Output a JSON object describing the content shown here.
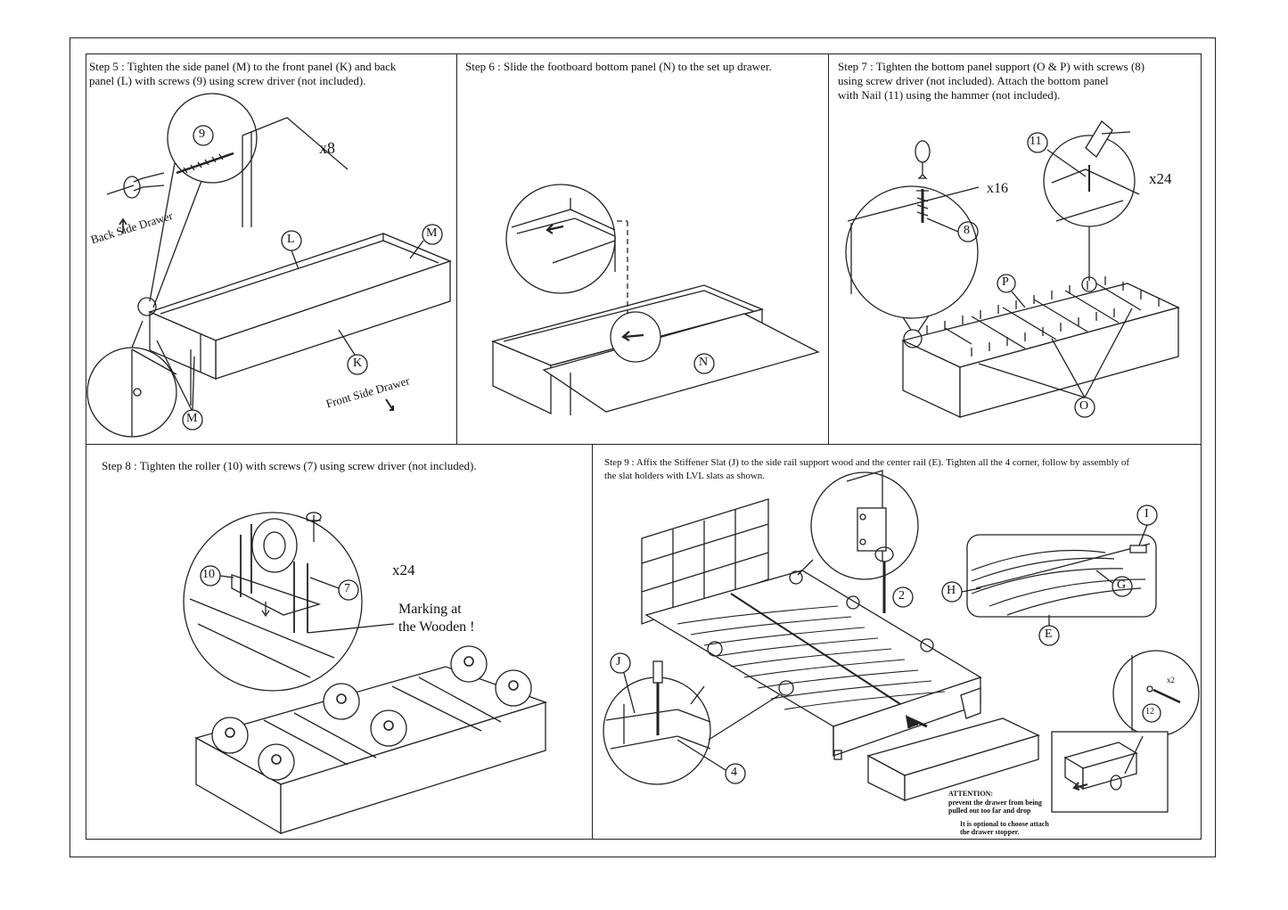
{
  "steps": {
    "step5": "Step 5 : Tighten the side panel (M) to the front panel (K) and back\n        panel (L) with screws (9) using  screw driver (not included).",
    "step6": "Step 6 : Slide the footboard bottom panel (N) to the set up drawer.",
    "step7": "Step 7 : Tighten the bottom panel support (O & P) with screws (8)\n          using screw driver (not included). Attach the bottom panel\n          with Nail (11) using the hammer (not included).",
    "step8": "Step 8 : Tighten the roller (10) with screws (7) using screw driver (not included).",
    "step9": "Step 9 : Affix the Stiffener Slat (J) to the side rail support wood and the center rail (E). Tighten all the 4 corner, follow by assembly of\n              the slat holders with LVL slats as shown."
  },
  "labels": {
    "back_side_drawer": "Back Side Drawer",
    "front_side_drawer": "Front Side Drawer",
    "x8": "x8",
    "x16": "x16",
    "x24a": "x24",
    "x24b": "x24",
    "x2": "x2",
    "marking": "Marking at\nthe Wooden !",
    "parts": {
      "n9": "9",
      "L": "L",
      "M1": "M",
      "K": "K",
      "M2": "M",
      "N": "N",
      "n8": "8",
      "n11": "11",
      "P": "P",
      "O": "O",
      "n10": "10",
      "n7": "7",
      "n2": "2",
      "I": "I",
      "H": "H",
      "G": "G",
      "E": "E",
      "J": "J",
      "n4": "4",
      "n12": "12"
    }
  },
  "attention": {
    "title": "ATTENTION:",
    "line": "prevent the drawer from being\npulled out too far and drop",
    "optional": "It is optional to choose attach\nthe drawer stopper."
  }
}
